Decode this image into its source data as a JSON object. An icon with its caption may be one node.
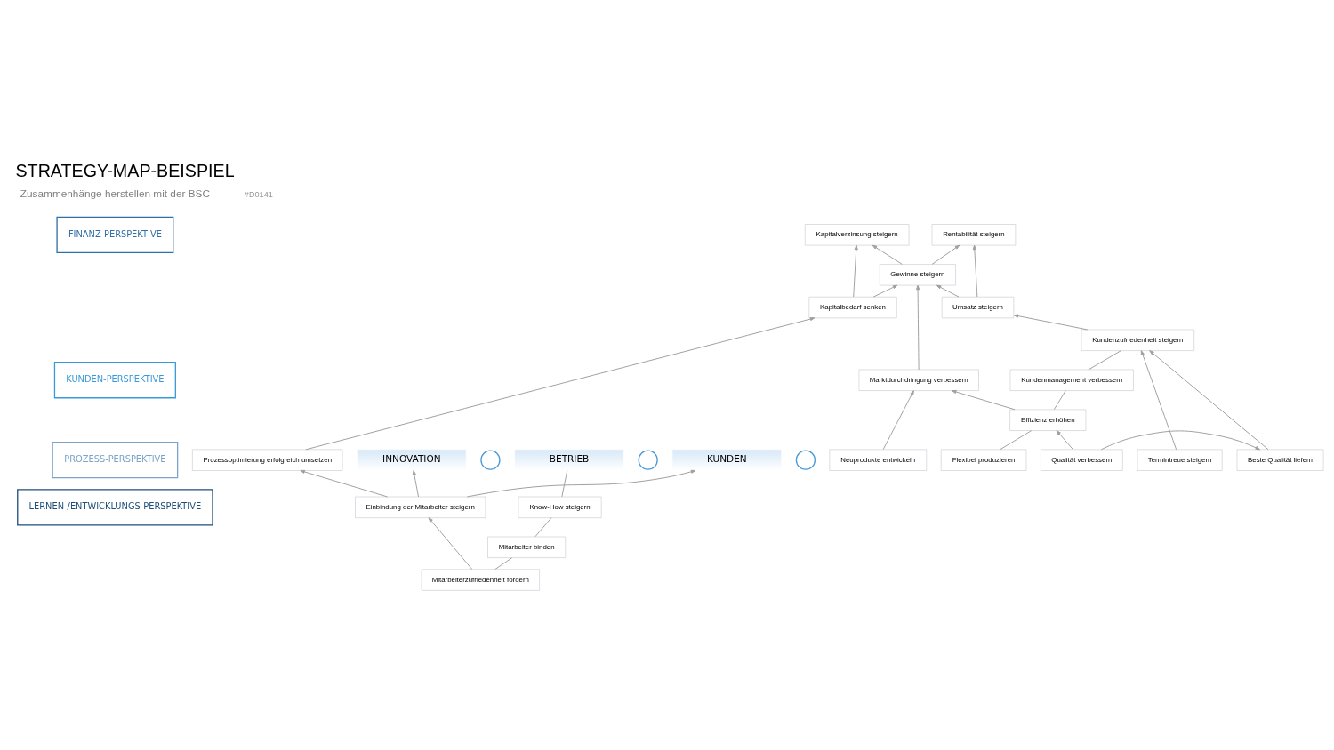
{
  "diagram": {
    "title": "STRATEGY-MAP-BEISPIEL",
    "nodes": [
      {
        "text": [
          "FINANZ-PERSPEKTIVE"
        ]
      },
      {
        "text": [
          "KUNDEN-PERSPEKTIVE"
        ]
      },
      {
        "text": [
          "PROZESS-PERSPEKTIVE"
        ]
      },
      {
        "text": [
          "LERNEN-/ENTWICKLUNGS-PERSPEKTIVE"
        ]
      },
      {
        "text": [
          "Kapitalverzinsung steigern"
        ]
      },
      {
        "text": [
          "Rentabilität steigern"
        ]
      },
      {
        "text": [
          "Gewinne steigern"
        ]
      },
      {
        "text": [
          "Kapitalbedarf senken"
        ]
      },
      {
        "text": [
          "Umsatz steigern"
        ]
      },
      {
        "text": [
          "Marktdurchdringung verbessern"
        ]
      },
      {
        "text": [
          "Kundenzufriedenheit steigern"
        ]
      },
      {
        "text": [
          "Kundenmanagement verbessern"
        ]
      },
      {
        "text": [
          "Effizienz erhöhen"
        ]
      },
      {
        "text": [
          "Prozessoptimierung erfolgreich umsetzen"
        ]
      },
      {
        "text": [
          "Neuprodukte entwickeln"
        ]
      },
      {
        "text": [
          "Flexibel produzieren"
        ]
      },
      {
        "text": [
          "Termintreue steigern"
        ]
      },
      {
        "text": [
          "Qualität verbessern"
        ]
      },
      {
        "text": [
          "Beste Qualität liefern"
        ]
      },
      {
        "text": [
          "INNOVATION"
        ]
      },
      {
        "text": [],
        "shape": "circle"
      },
      {
        "text": [
          "BETRIEB"
        ]
      },
      {
        "text": [],
        "shape": "circle"
      },
      {
        "text": [
          "KUNDEN"
        ]
      },
      {
        "text": [],
        "shape": "circle"
      },
      {
        "text": [
          "Einbindung der Mitarbeiter steigern"
        ]
      },
      {
        "text": [
          "Know-How steigern"
        ]
      },
      {
        "text": [
          "Mitarbeiter binden"
        ]
      },
      {
        "text": [
          "Mitarbeiterzufriedenheit fördern"
        ]
      }
    ],
    "edges": [
      {
        "from": 6,
        "to": 4,
        "arrow": "to"
      },
      {
        "from": 6,
        "to": 5,
        "arrow": "to"
      },
      {
        "from": 7,
        "to": 4,
        "arrow": "to"
      },
      {
        "from": 8,
        "to": 5,
        "arrow": "to"
      },
      {
        "from": 7,
        "to": 6,
        "arrow": "to"
      },
      {
        "from": 8,
        "to": 6,
        "arrow": "to"
      },
      {
        "from": 9,
        "to": 6,
        "arrow": "to"
      },
      {
        "from": 10,
        "to": 8,
        "arrow": "to"
      },
      {
        "from": 11,
        "to": 10,
        "arrow": "none"
      },
      {
        "from": 12,
        "to": 11,
        "arrow": "none"
      },
      {
        "from": 15,
        "to": 12,
        "arrow": "none"
      },
      {
        "from": 14,
        "to": 9,
        "arrow": "to"
      },
      {
        "from": 12,
        "to": 9,
        "arrow": "to"
      },
      {
        "from": 13,
        "to": 7,
        "arrow": "to"
      },
      {
        "from": 17,
        "to": 12,
        "arrow": "to"
      },
      {
        "from": 17,
        "to": 18,
        "arrow": "to"
      },
      {
        "from": 18,
        "to": 10,
        "arrow": "to"
      },
      {
        "from": 16,
        "to": 10,
        "arrow": "to"
      },
      {
        "from": 25,
        "to": 13,
        "arrow": "to"
      },
      {
        "from": 25,
        "to": 19,
        "arrow": "to"
      },
      {
        "from": 25,
        "to": 23,
        "arrow": "to"
      },
      {
        "from": 26,
        "to": 21,
        "arrow": "none"
      },
      {
        "from": 27,
        "to": 26,
        "arrow": "none"
      },
      {
        "from": 28,
        "to": 27,
        "arrow": "none"
      },
      {
        "from": 28,
        "to": 25,
        "arrow": "to"
      }
    ],
    "labels": [
      "Zusammenhänge herstellen mit der BSC",
      "#D0141"
    ]
  }
}
